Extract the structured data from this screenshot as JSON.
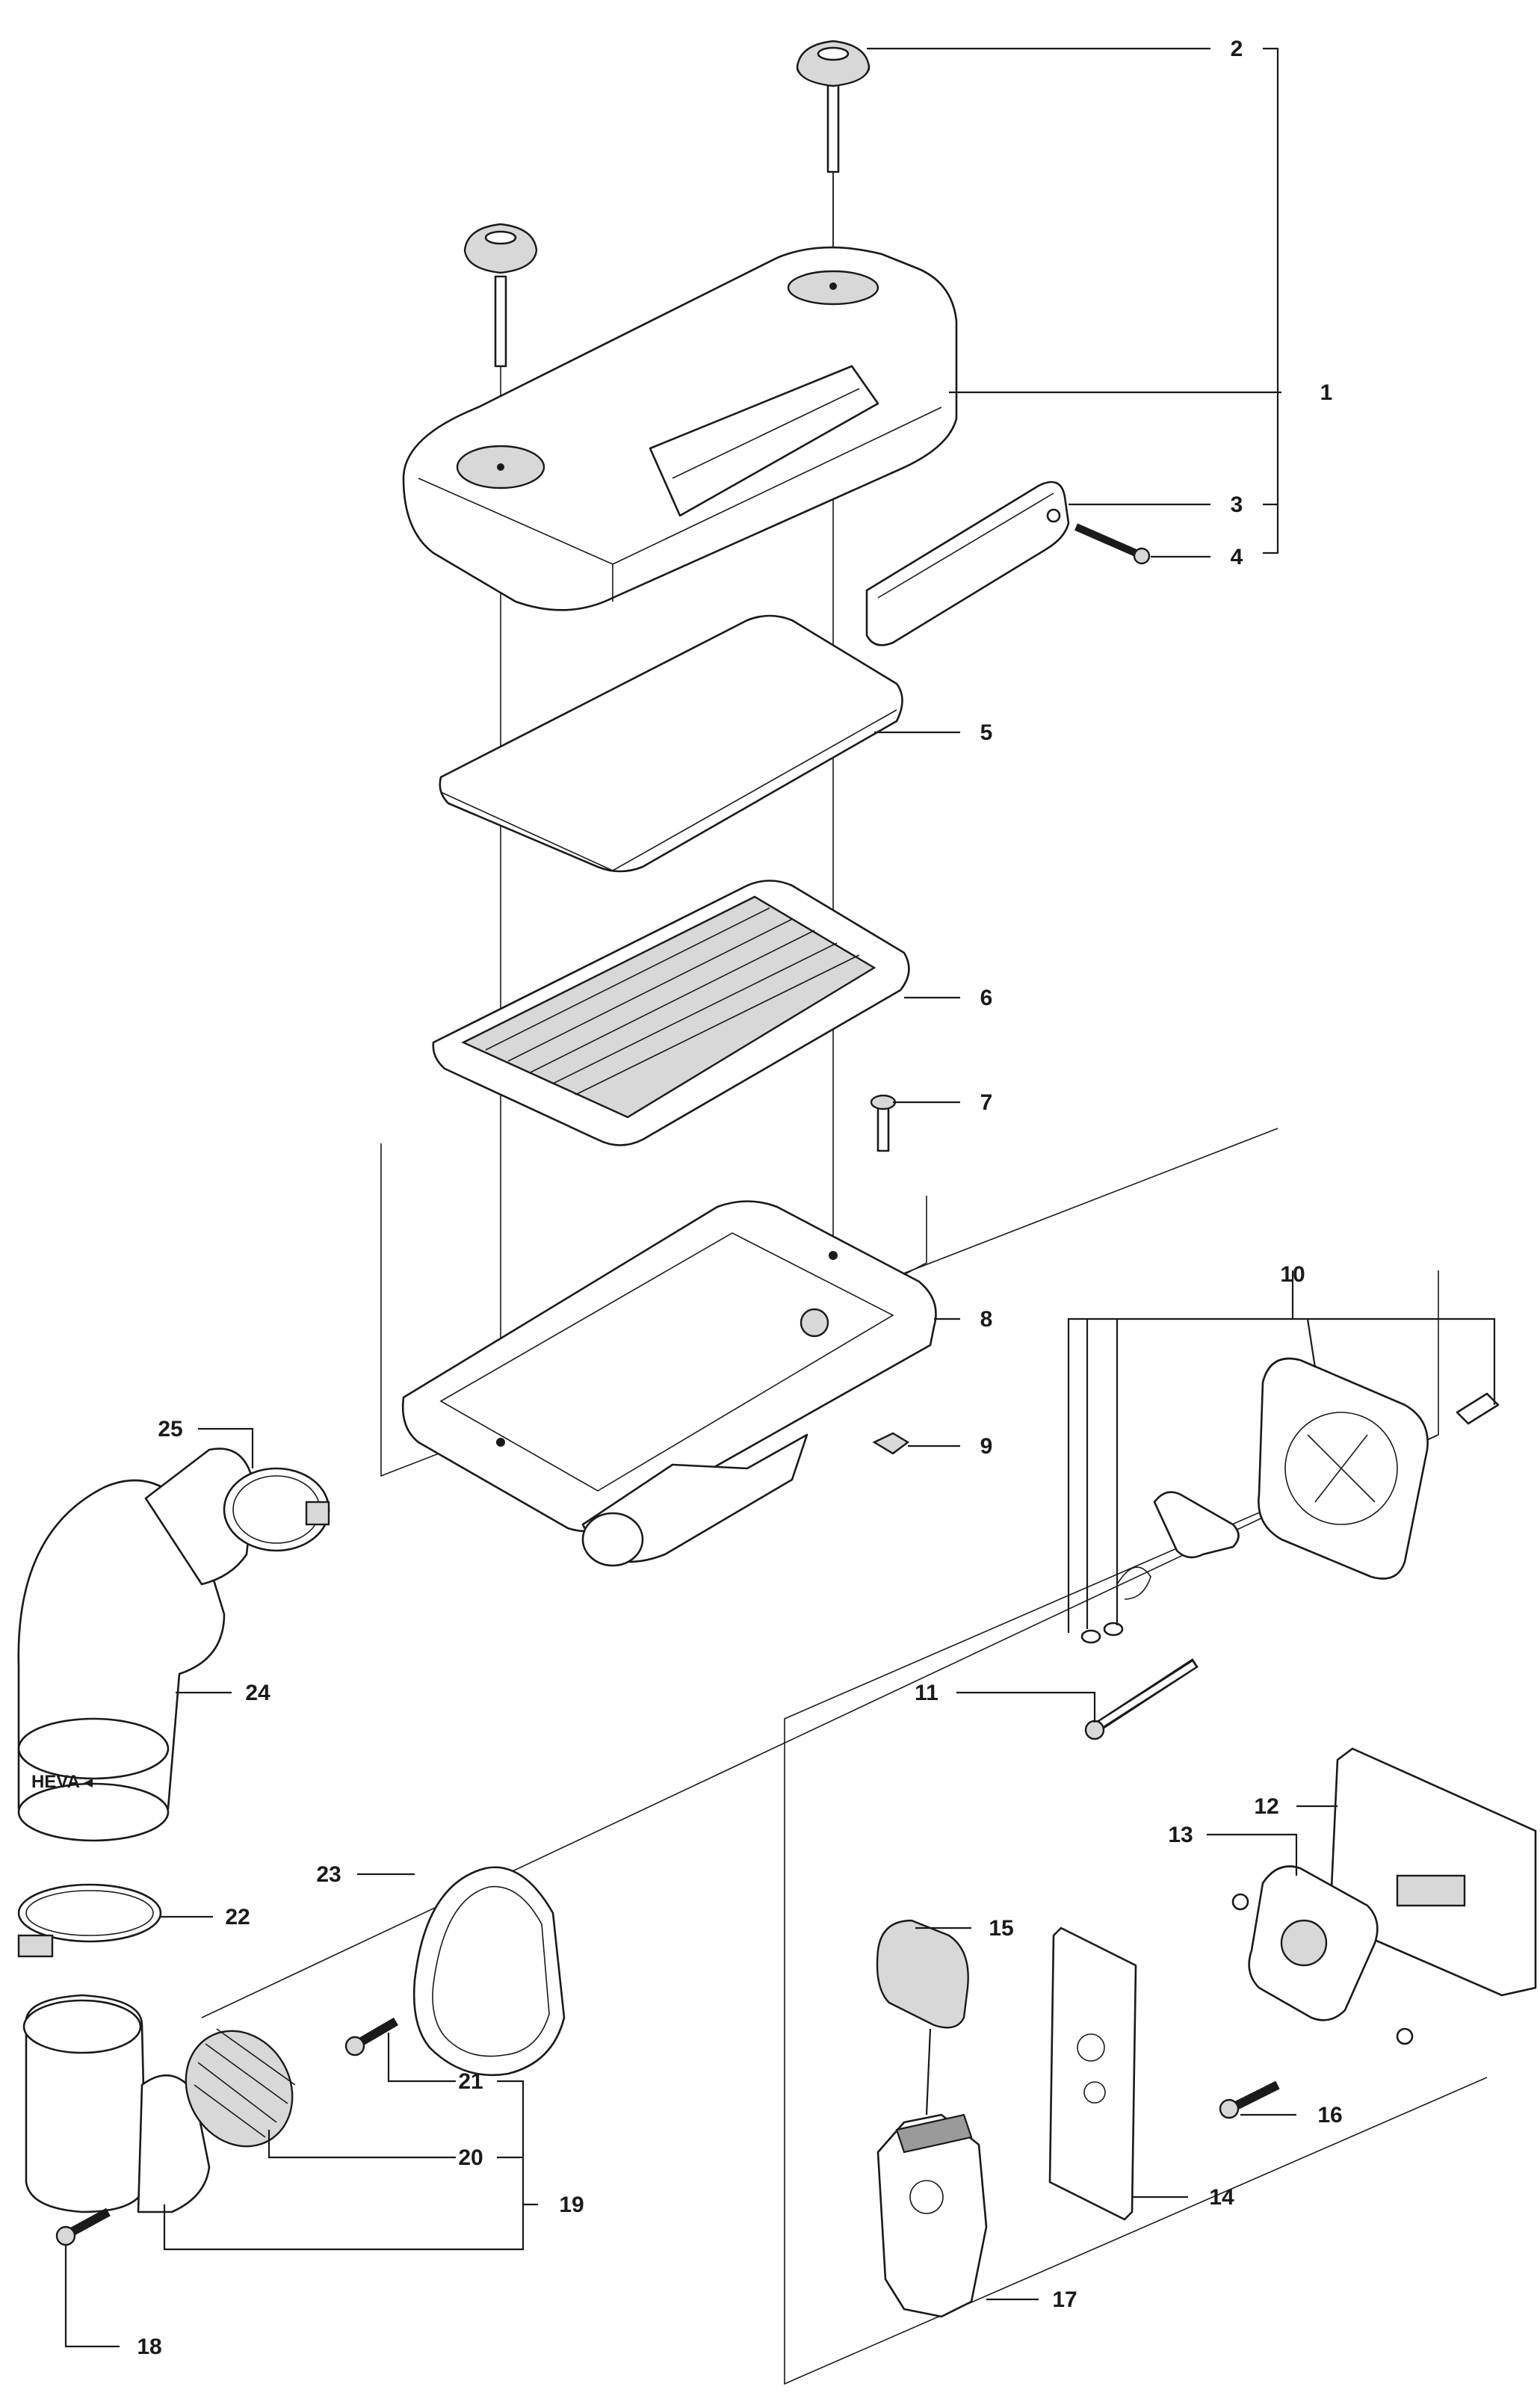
{
  "part_numbers": [
    "1",
    "2",
    "3",
    "4",
    "5",
    "6",
    "7",
    "8",
    "9",
    "10",
    "11",
    "12",
    "13",
    "14",
    "15",
    "16",
    "17",
    "18",
    "19",
    "20",
    "21",
    "22",
    "23",
    "24",
    "25"
  ],
  "hose_marking": "HEVA"
}
